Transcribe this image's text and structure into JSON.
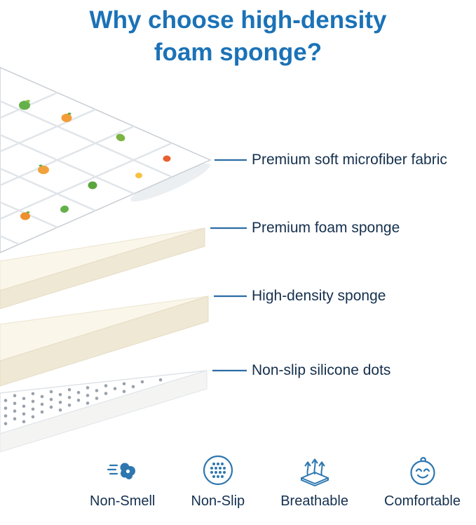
{
  "title": {
    "line1": "Why choose high-density",
    "line2": "foam sponge?"
  },
  "callouts": [
    {
      "label": "Premium soft microfiber fabric"
    },
    {
      "label": "Premium foam sponge"
    },
    {
      "label": "High-density sponge"
    },
    {
      "label": "Non-slip silicone dots"
    }
  ],
  "features": [
    {
      "icon": "non-smell-icon",
      "label": "Non-Smell"
    },
    {
      "icon": "non-slip-icon",
      "label": "Non-Slip"
    },
    {
      "icon": "breathable-icon",
      "label": "Breathable"
    },
    {
      "icon": "comfortable-icon",
      "label": "Comfortable"
    }
  ],
  "colors": {
    "title_blue": "#1b72b7",
    "label_navy": "#15304e",
    "callout_line": "#2b6da5",
    "icon_blue": "#2e77b0",
    "foam_cream_top": "#faf6ea",
    "foam_cream_front": "#efe8d4",
    "quilt_line_gray": "#e0e5e9",
    "silicone_dot_gray": "#9aa2ac",
    "print_green": "#64b04a",
    "print_orange": "#f29d38",
    "print_red_orange": "#e8602f",
    "print_yellow": "#f5c242"
  }
}
